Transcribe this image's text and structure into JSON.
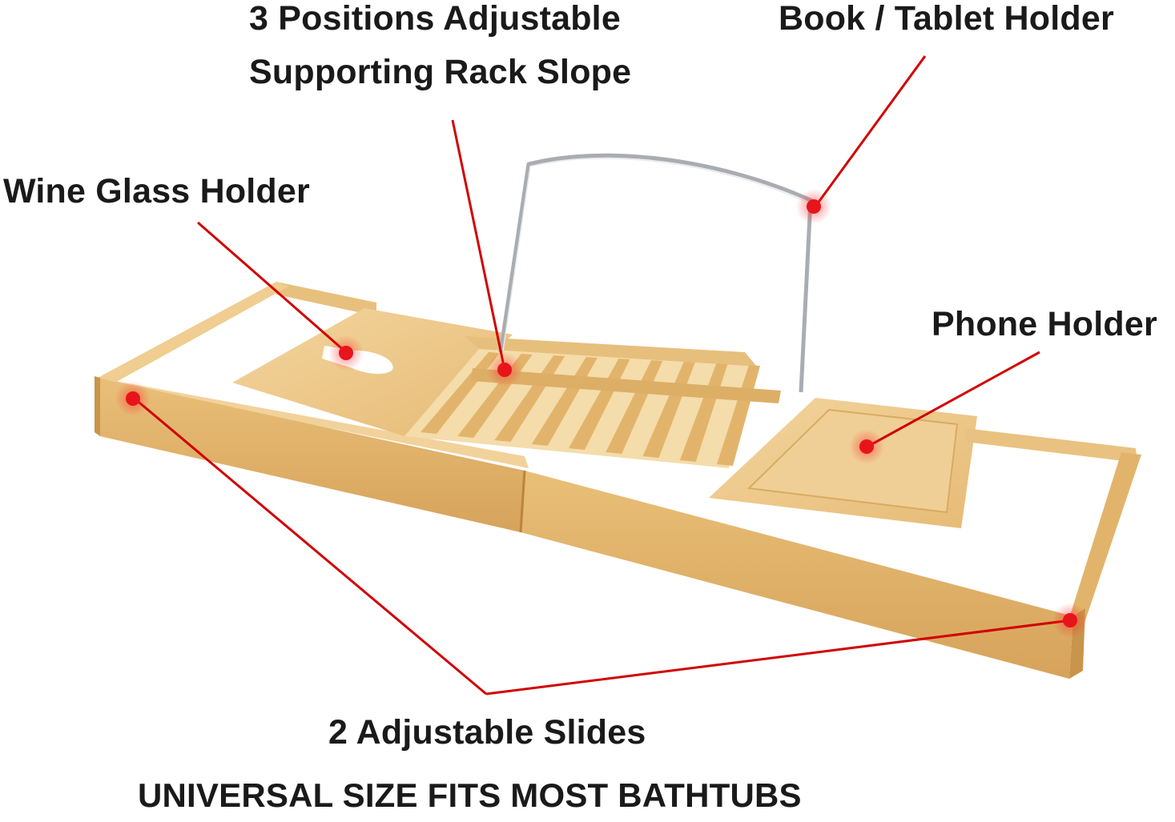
{
  "callouts": {
    "rack_slope_line1": "3 Positions Adjustable",
    "rack_slope_line2": "Supporting Rack Slope",
    "book_tablet_holder": "Book / Tablet Holder",
    "wine_glass_holder": "Wine Glass Holder",
    "phone_holder": "Phone Holder",
    "adjustable_slides": "2 Adjustable Slides"
  },
  "footer": {
    "tagline": "UNIVERSAL SIZE FITS MOST BATHTUBS"
  },
  "colors": {
    "callout_line": "#d10000",
    "marker_dot": "#e8141b",
    "bamboo_light": "#f1cf94",
    "bamboo_mid": "#e2b46b",
    "bamboo_dark": "#c48d43",
    "metal_rack": "#a9adb2",
    "text": "#1a1a1a"
  }
}
